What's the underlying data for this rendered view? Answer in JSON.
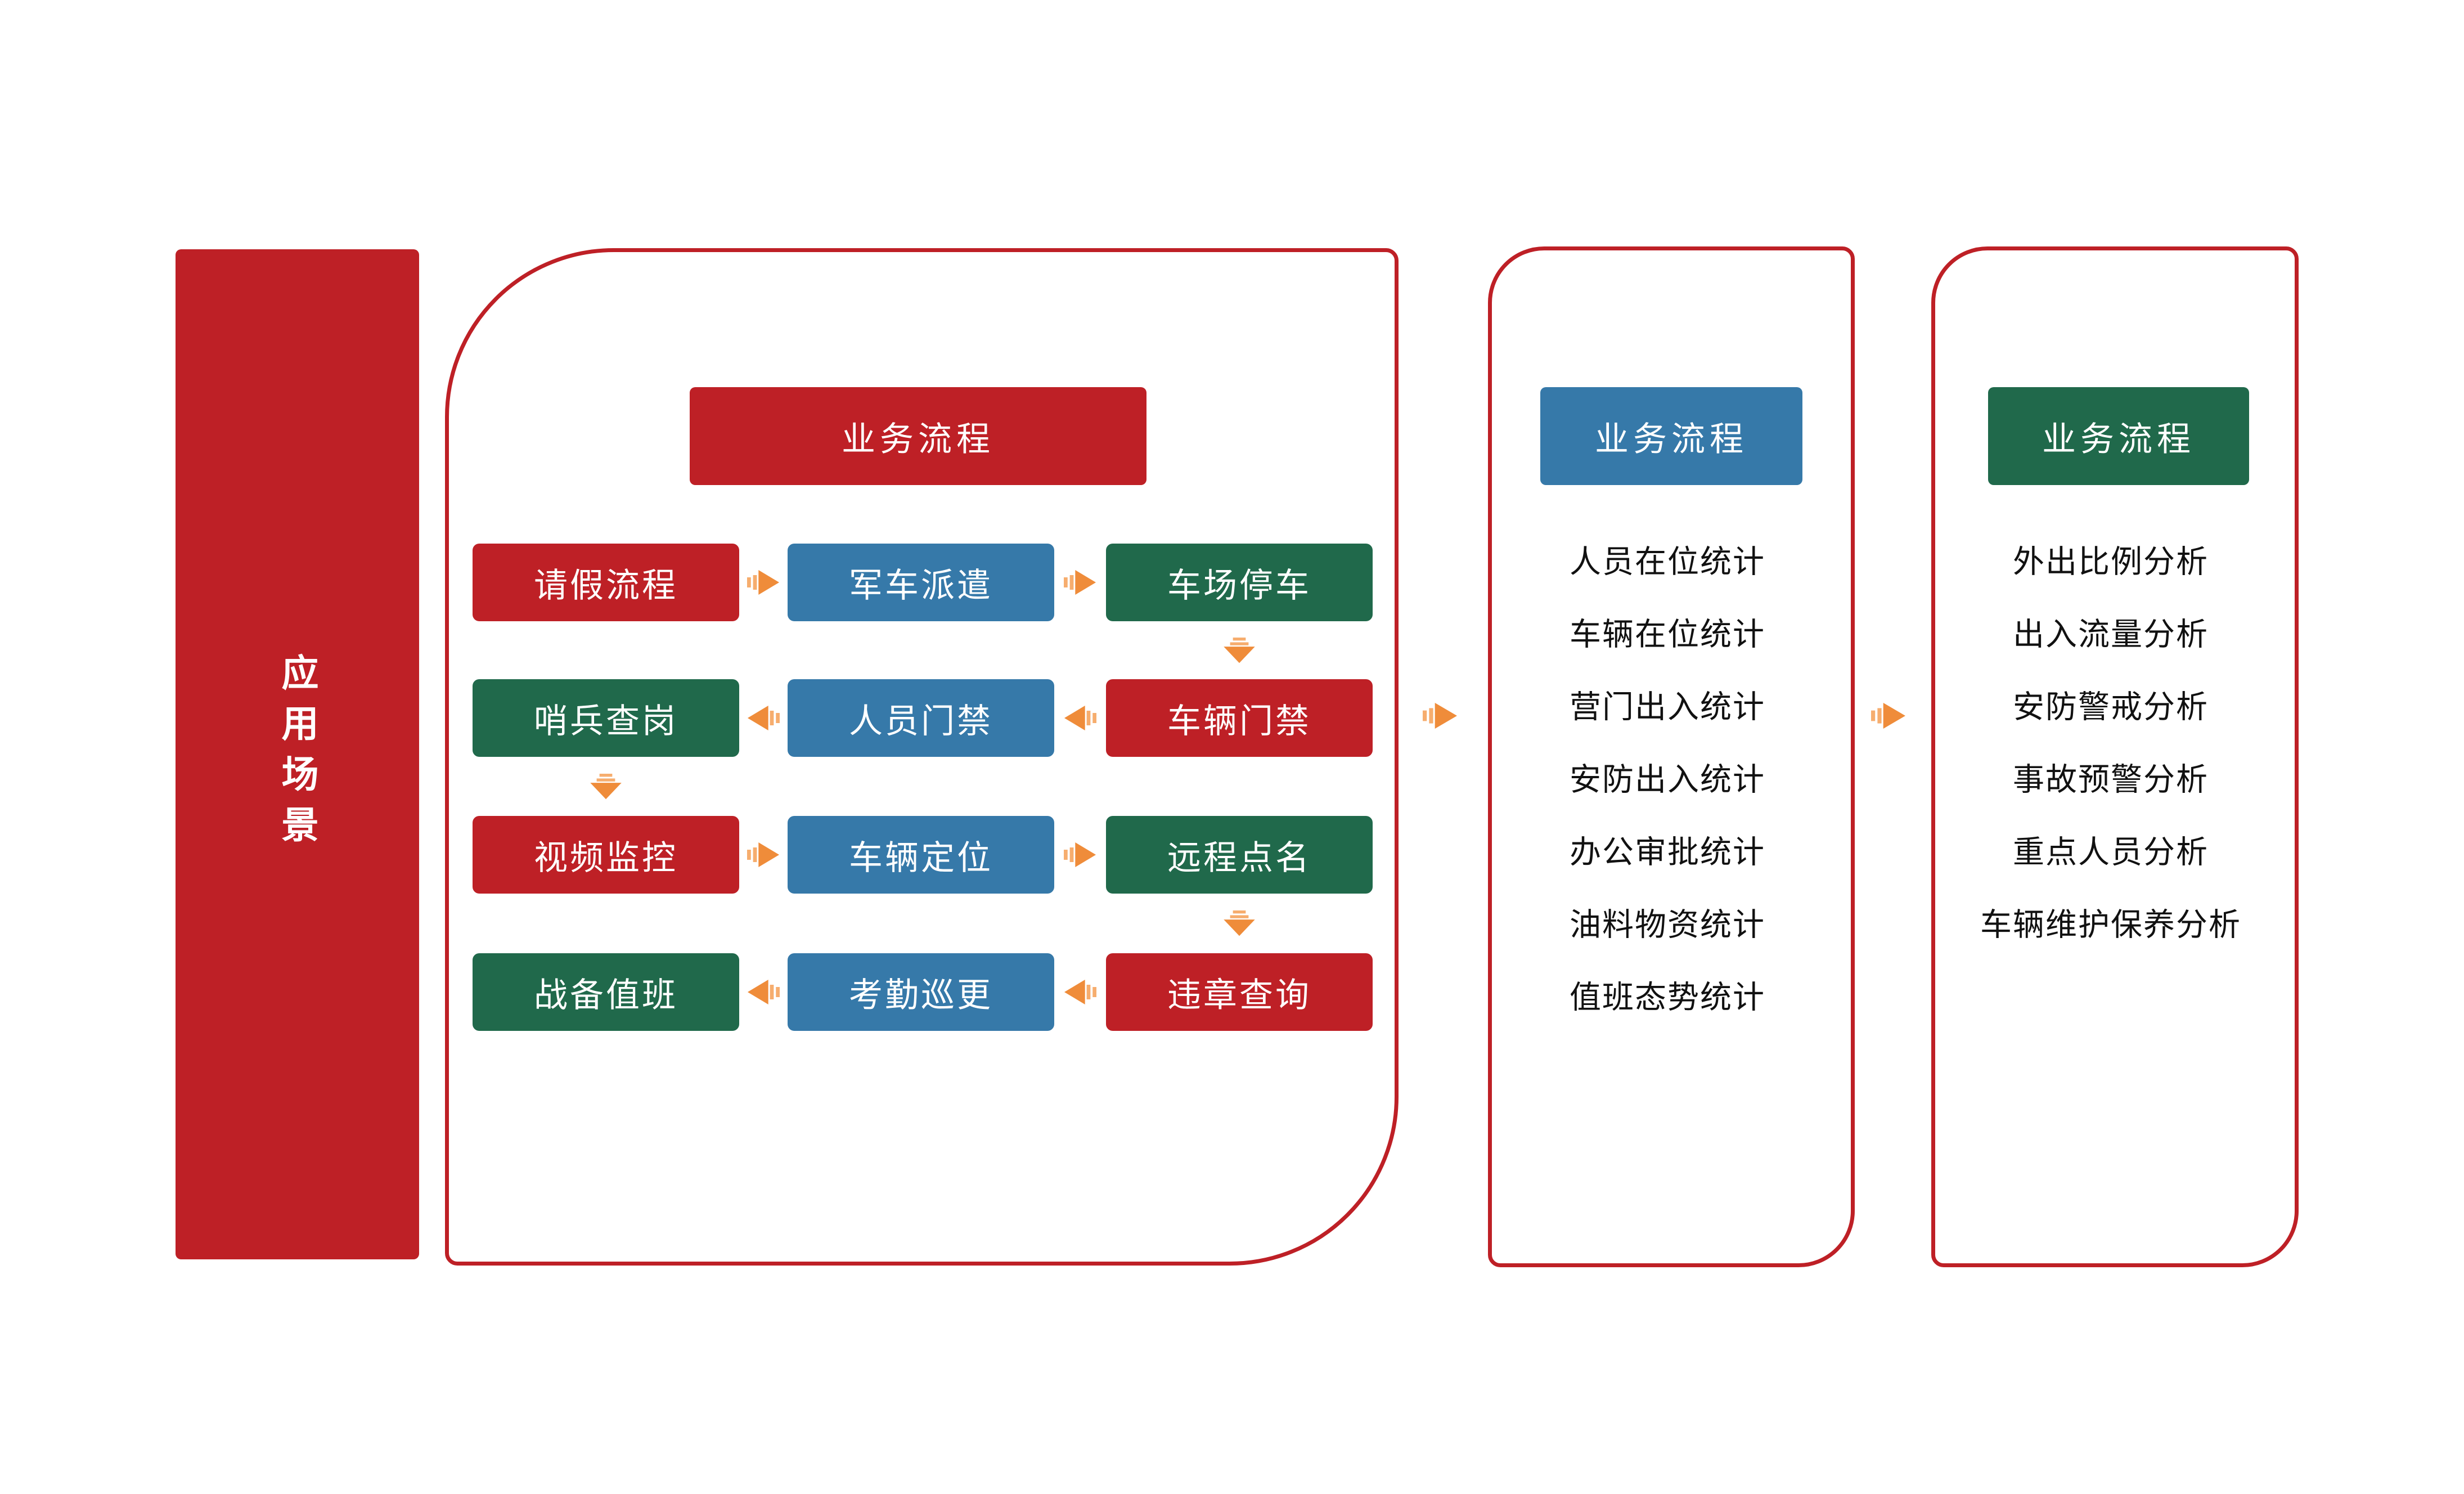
{
  "colors": {
    "red": "#BE2026",
    "blue": "#3679A9",
    "green": "#20694B",
    "orange": "#EF8C3A",
    "orange_light": "#F6AD6E",
    "border": "#BE2026",
    "text": "#111111",
    "background": "#FFFFFF"
  },
  "banner": {
    "label": "应用场景"
  },
  "main_panel": {
    "header": {
      "label": "业务流程",
      "color": "red"
    },
    "rows": [
      {
        "direction": "right",
        "boxes": [
          {
            "label": "请假流程",
            "color": "red"
          },
          {
            "label": "军车派遣",
            "color": "blue"
          },
          {
            "label": "车场停车",
            "color": "green"
          }
        ]
      },
      {
        "direction": "left",
        "boxes": [
          {
            "label": "哨兵查岗",
            "color": "green"
          },
          {
            "label": "人员门禁",
            "color": "blue"
          },
          {
            "label": "车辆门禁",
            "color": "red"
          }
        ]
      },
      {
        "direction": "right",
        "boxes": [
          {
            "label": "视频监控",
            "color": "red"
          },
          {
            "label": "车辆定位",
            "color": "blue"
          },
          {
            "label": "远程点名",
            "color": "green"
          }
        ]
      },
      {
        "direction": "left",
        "boxes": [
          {
            "label": "战备值班",
            "color": "green"
          },
          {
            "label": "考勤巡更",
            "color": "blue"
          },
          {
            "label": "违章查询",
            "color": "red"
          }
        ]
      }
    ],
    "down_arrows": [
      {
        "after_row": 1,
        "col": 3
      },
      {
        "after_row": 2,
        "col": 1
      },
      {
        "after_row": 3,
        "col": 3
      }
    ]
  },
  "stats_panel": {
    "header": {
      "label": "业务流程",
      "color": "blue"
    },
    "items": [
      "人员在位统计",
      "车辆在位统计",
      "营门出入统计",
      "安防出入统计",
      "办公审批统计",
      "油料物资统计",
      "值班态势统计"
    ]
  },
  "analysis_panel": {
    "header": {
      "label": "业务流程",
      "color": "green"
    },
    "items": [
      "外出比例分析",
      "出入流量分析",
      "安防警戒分析",
      "事故预警分析",
      "重点人员分析",
      "车辆维护保养分析"
    ]
  },
  "connectors": [
    {
      "from": "main",
      "to": "stats",
      "direction": "right"
    },
    {
      "from": "stats",
      "to": "analysis",
      "direction": "right"
    }
  ]
}
